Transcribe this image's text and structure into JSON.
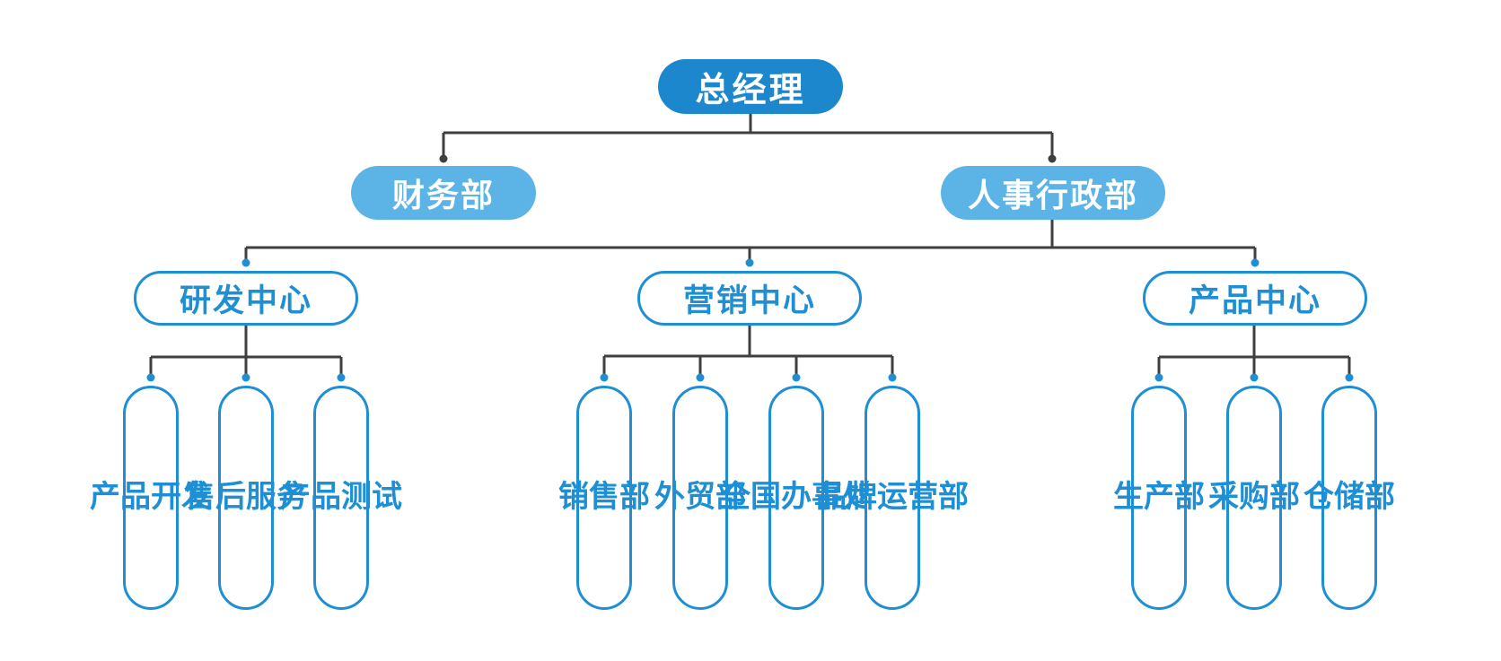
{
  "diagram": {
    "type": "org-chart",
    "root": {
      "label": "总经理"
    },
    "level2": [
      {
        "label": "财务部"
      },
      {
        "label": "人事行政部"
      }
    ],
    "centers": [
      {
        "label": "研发中心",
        "children": [
          {
            "label": "产品开发"
          },
          {
            "label": "售后服务"
          },
          {
            "label": "产品测试"
          }
        ]
      },
      {
        "label": "营销中心",
        "children": [
          {
            "label": "销售部"
          },
          {
            "label": "外贸部"
          },
          {
            "label": "全国办事处"
          },
          {
            "label": "品牌运营部"
          }
        ]
      },
      {
        "label": "产品中心",
        "children": [
          {
            "label": "生产部"
          },
          {
            "label": "采购部"
          },
          {
            "label": "仓储部"
          }
        ]
      }
    ]
  },
  "colors": {
    "level1_fill": "#1C87CD",
    "level2_fill": "#5CB4E6",
    "outline_blue": "#1E8FD5",
    "text_on_fill": "#FFFFFF",
    "connector": "#3F3F3F",
    "background": "#FFFFFF"
  }
}
